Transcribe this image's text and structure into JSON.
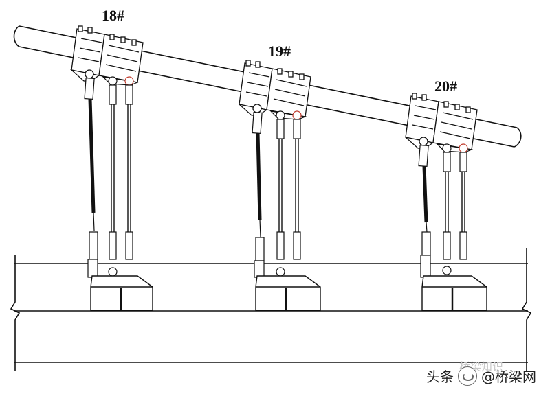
{
  "hangers": [
    {
      "label": "18#"
    },
    {
      "label": "19#"
    },
    {
      "label": "20#"
    }
  ],
  "watermark": {
    "source": "头条",
    "account": "@桥梁网",
    "faint_text": "桥梁知识"
  }
}
